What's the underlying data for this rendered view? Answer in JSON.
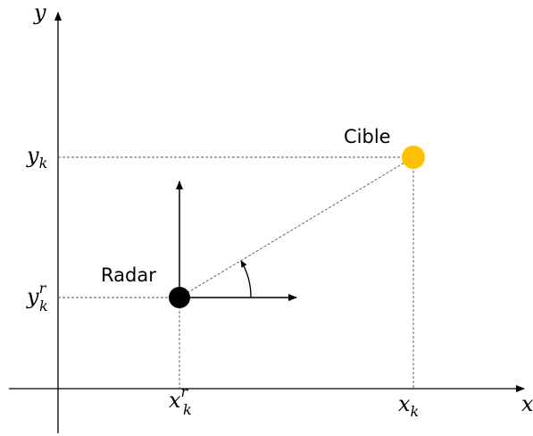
{
  "axes": {
    "x_label": "x",
    "y_label": "y"
  },
  "radar": {
    "label": "Radar",
    "color": "#000000",
    "x_tick": {
      "base": "x",
      "sup": "r",
      "sub": "k"
    },
    "y_tick": {
      "base": "y",
      "sup": "r",
      "sub": "k"
    }
  },
  "target": {
    "label": "Cible",
    "color": "#FFC000",
    "x_tick": {
      "base": "x",
      "sub": "k"
    },
    "y_tick": {
      "base": "y",
      "sub": "k"
    }
  }
}
